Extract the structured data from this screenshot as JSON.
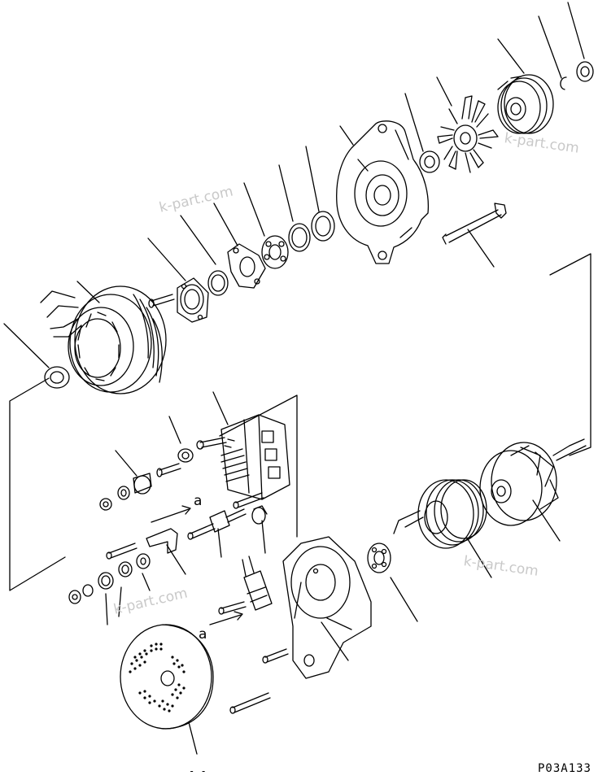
{
  "diagram": {
    "code": "P03A133",
    "stray_mark": "- -",
    "watermarks": [
      "k-part.com",
      "k-part.com",
      "k-part.com",
      "k-part.com"
    ],
    "ref_labels": [
      "a",
      "a"
    ]
  }
}
